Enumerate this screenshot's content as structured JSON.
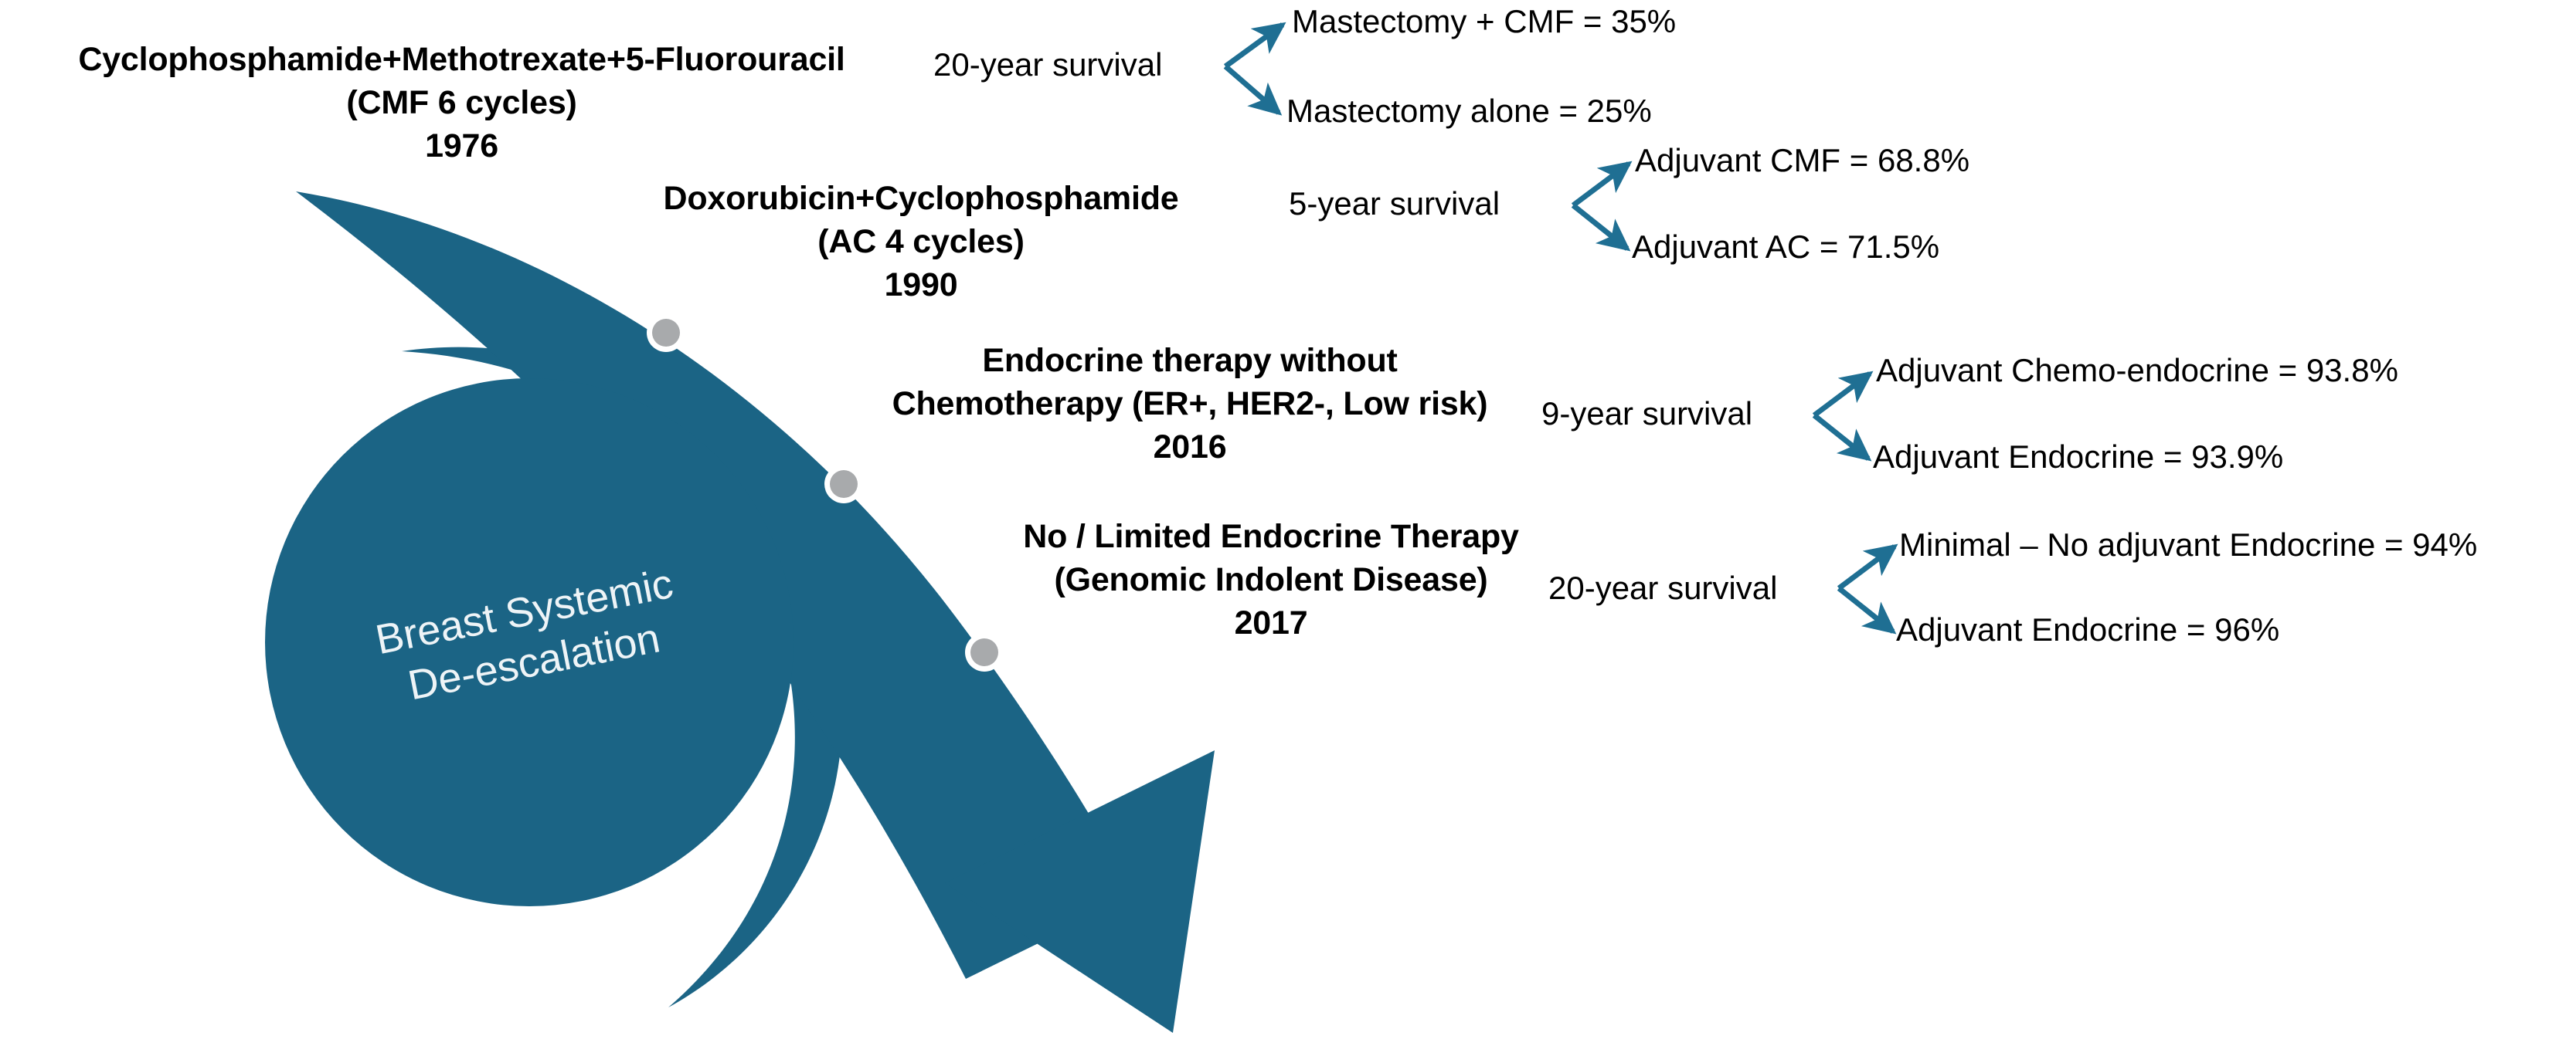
{
  "diagram": {
    "kind": "timeline-arrow",
    "colors": {
      "teal": "#1B6485",
      "teal_dark": "#175A78",
      "dot_gray": "#A8AAAC",
      "dot_ring": "#FFFFFF",
      "arrow_connector": "#1F6F93",
      "text": "#000000",
      "circle_text": "#EEF4F7",
      "background": "#FFFFFF"
    },
    "hub": {
      "label": "Breast Systemic\nDe-escalation",
      "line1": "Breast Systemic",
      "line2": "De-escalation"
    },
    "milestones": [
      {
        "id": "cmf-1976",
        "regimen": "Cyclophosphamide+Methotrexate+5-Fluorouracil",
        "detail": "(CMF 6 cycles)",
        "year": "1976",
        "title": "Cyclophosphamide+Methotrexate+5-Fluorouracil\n(CMF 6 cycles)\n1976",
        "survival_label": "20-year survival",
        "outcomes": [
          {
            "text": "Mastectomy + CMF = 35%",
            "arm": "Mastectomy + CMF",
            "value": "35%"
          },
          {
            "text": "Mastectomy alone = 25%",
            "arm": "Mastectomy alone",
            "value": "25%"
          }
        ]
      },
      {
        "id": "ac-1990",
        "regimen": "Doxorubicin+Cyclophosphamide",
        "detail": "(AC 4 cycles)",
        "year": "1990",
        "title": "Doxorubicin+Cyclophosphamide\n(AC 4 cycles)\n1990",
        "survival_label": "5-year survival",
        "outcomes": [
          {
            "text": "Adjuvant CMF = 68.8%",
            "arm": "Adjuvant CMF",
            "value": "68.8%"
          },
          {
            "text": "Adjuvant AC = 71.5%",
            "arm": "Adjuvant AC",
            "value": "71.5%"
          }
        ]
      },
      {
        "id": "endocrine-2016",
        "regimen": "Endocrine therapy without",
        "detail": "Chemotherapy (ER+, HER2-, Low risk)",
        "year": "2016",
        "title": "Endocrine therapy without\nChemotherapy (ER+, HER2-, Low risk)\n2016",
        "survival_label": "9-year survival",
        "outcomes": [
          {
            "text": "Adjuvant Chemo-endocrine = 93.8%",
            "arm": "Adjuvant Chemo-endocrine",
            "value": "93.8%"
          },
          {
            "text": "Adjuvant Endocrine = 93.9%",
            "arm": "Adjuvant Endocrine",
            "value": "93.9%"
          }
        ]
      },
      {
        "id": "indolent-2017",
        "regimen": "No / Limited Endocrine Therapy",
        "detail": "(Genomic Indolent Disease)",
        "year": "2017",
        "title": "No / Limited Endocrine Therapy\n(Genomic Indolent Disease)\n2017",
        "survival_label": "20-year survival",
        "outcomes": [
          {
            "text": "Minimal – No adjuvant Endocrine = 94%",
            "arm": "Minimal – No adjuvant Endocrine",
            "value": "94%"
          },
          {
            "text": "Adjuvant Endocrine = 96%",
            "arm": "Adjuvant Endocrine",
            "value": "96%"
          }
        ]
      }
    ],
    "markers": [
      {
        "name": "milestone-dot-1"
      },
      {
        "name": "milestone-dot-2"
      },
      {
        "name": "milestone-dot-3"
      }
    ]
  }
}
